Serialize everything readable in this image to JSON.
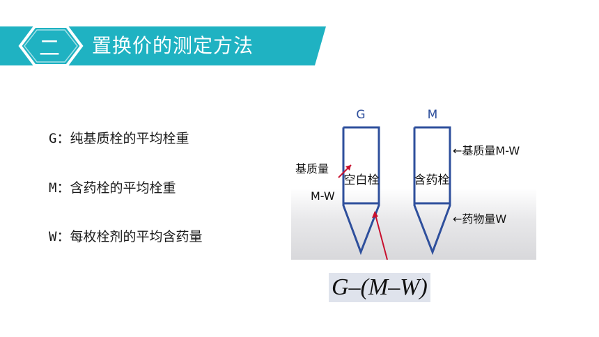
{
  "header": {
    "badge": "二",
    "title": "置换价的测定方法"
  },
  "definitions": [
    "G：纯基质栓的平均栓重",
    "M：含药栓的平均栓重",
    "W：每枚栓剂的平均含药量"
  ],
  "diagram": {
    "label_g": "G",
    "label_m": "M",
    "blank_label": "空白栓",
    "drug_label": "含药栓",
    "left_note_line1": "基质量",
    "left_note_line2": "M-W",
    "right_note_base": "←基质量M-W",
    "right_note_drug": "←药物量W"
  },
  "formula": "G–(M–W)",
  "colors": {
    "banner": "#1fb2c2",
    "badge_outline": "#ffffff",
    "outline_blue": "#2e4f9c",
    "arrow_red": "#c8102e"
  }
}
